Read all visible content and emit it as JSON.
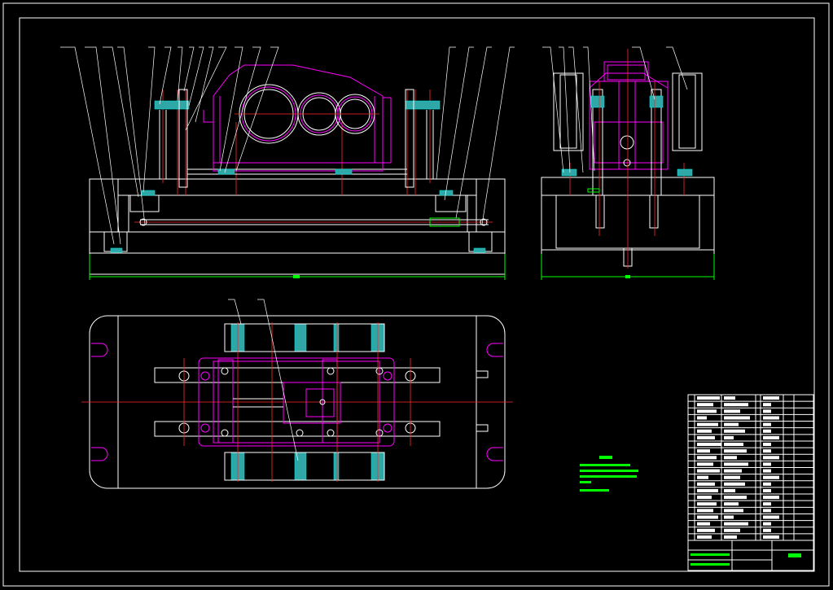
{
  "colors": {
    "background": "#000000",
    "outline": "#ffffff",
    "workpiece": "#ff00ff",
    "centerline": "#ff2a2a",
    "hatch": "#00c8c8",
    "dimension": "#00ff00"
  },
  "views": [
    "front-view",
    "side-view",
    "top-view"
  ],
  "title_block": {
    "rows": 22,
    "columns": 6
  }
}
